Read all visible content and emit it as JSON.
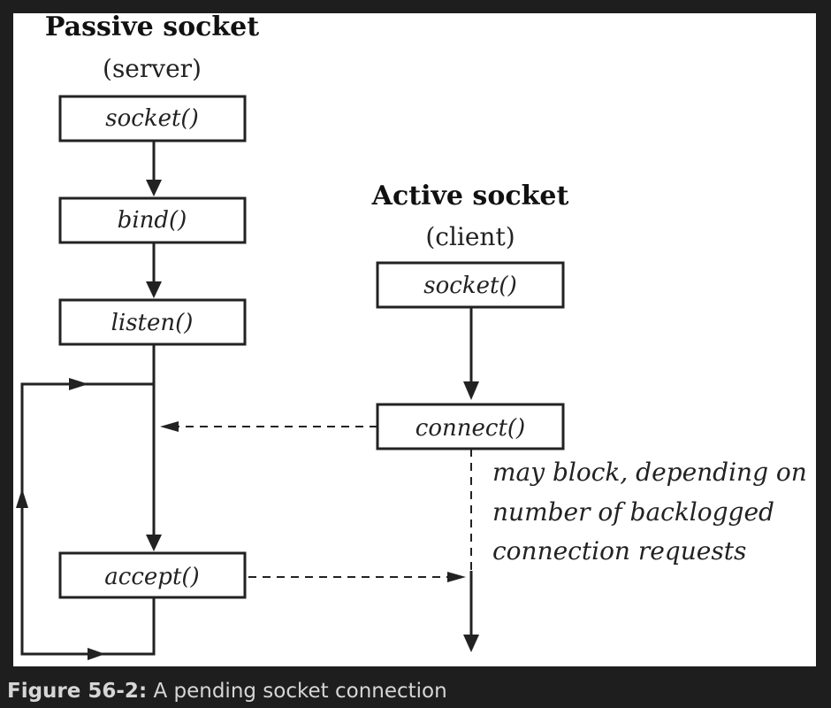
{
  "server": {
    "title": "Passive socket",
    "subtitle": "(server)",
    "calls": [
      "socket()",
      "bind()",
      "listen()",
      "accept()"
    ]
  },
  "client": {
    "title": "Active socket",
    "subtitle": "(client)",
    "calls": [
      "socket()",
      "connect()"
    ]
  },
  "note": {
    "lines": [
      "may block, depending on",
      "number of backlogged",
      "connection requests"
    ]
  },
  "caption": {
    "label": "Figure 56-2:",
    "text": "A pending socket connection"
  }
}
